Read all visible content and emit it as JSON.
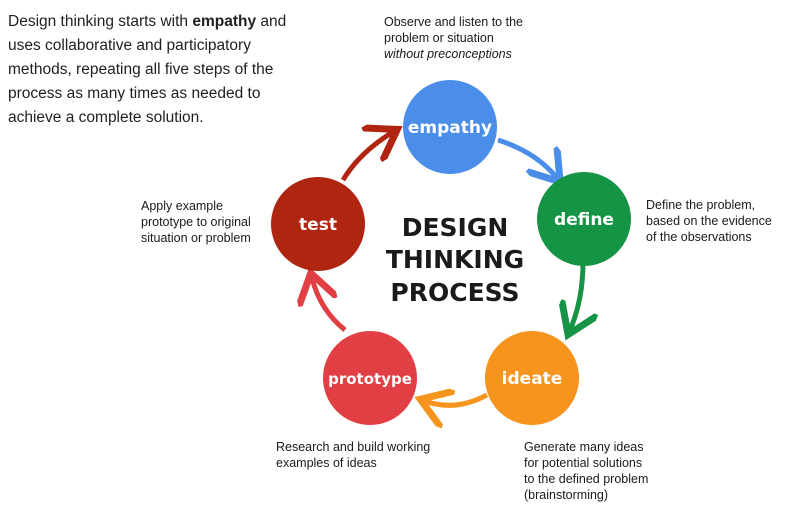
{
  "intro": {
    "before": "Design thinking starts with ",
    "emphasis": "empathy",
    "after": " and uses collaborative and participatory methods, repeating all five steps of the process as many times as needed to achieve a complete solution."
  },
  "center_title": [
    "DESIGN",
    "THINKING",
    "PROCESS"
  ],
  "steps": {
    "empathy": {
      "label": "empathy",
      "color": "#4a8eea",
      "desc": [
        "Observe and listen to the",
        "problem or situation",
        "without preconceptions"
      ]
    },
    "define": {
      "label": "define",
      "color": "#169446",
      "desc": [
        "Define the problem,",
        "based on the evidence",
        "of the observations"
      ]
    },
    "ideate": {
      "label": "ideate",
      "color": "#f6941e",
      "desc": [
        "Generate many ideas",
        "for potential solutions",
        "to the defined problem",
        "(brainstorming)"
      ]
    },
    "prototype": {
      "label": "prototype",
      "color": "#e23f45",
      "desc": [
        "Research and build working",
        "examples of ideas"
      ]
    },
    "test": {
      "label": "test",
      "color": "#b0250f",
      "desc": [
        "Apply example",
        "prototype to original",
        "situation or problem"
      ]
    }
  }
}
